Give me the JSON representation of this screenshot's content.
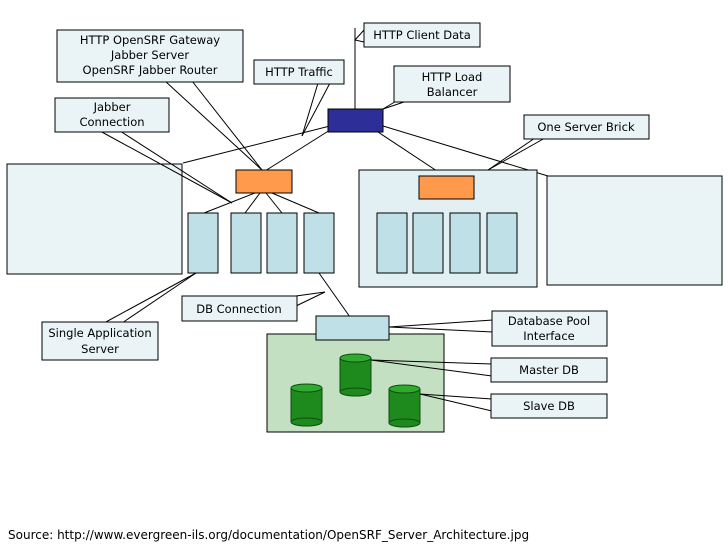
{
  "callouts": {
    "http_client_data": "HTTP Client Data",
    "gateway_line1": "HTTP OpenSRF Gateway",
    "gateway_line2": "Jabber Server",
    "gateway_line3": "OpenSRF Jabber Router",
    "http_traffic": "HTTP Traffic",
    "load_balancer_line1": "HTTP Load",
    "load_balancer_line2": "Balancer",
    "jabber_connection_line1": "Jabber",
    "jabber_connection_line2": "Connection",
    "one_server_brick": "One Server Brick",
    "db_connection": "DB Connection",
    "single_app_server_line1": "Single Application",
    "single_app_server_line2": "Server",
    "db_pool_line1": "Database Pool",
    "db_pool_line2": "Interface",
    "master_db": "Master DB",
    "slave_db": "Slave DB"
  },
  "source": "Source: http://www.evergreen-ils.org/documentation/OpenSRF_Server_Architecture.jpg",
  "colors": {
    "load_balancer": "#2e2e99",
    "router": "#ff9a4d",
    "app_server": "#bfe0e6",
    "panel": "#eaf4f7",
    "db_panel": "#c3e0c3",
    "db_cylinder": "#1e8a1e",
    "callout_fill": "#eaf4f7"
  }
}
